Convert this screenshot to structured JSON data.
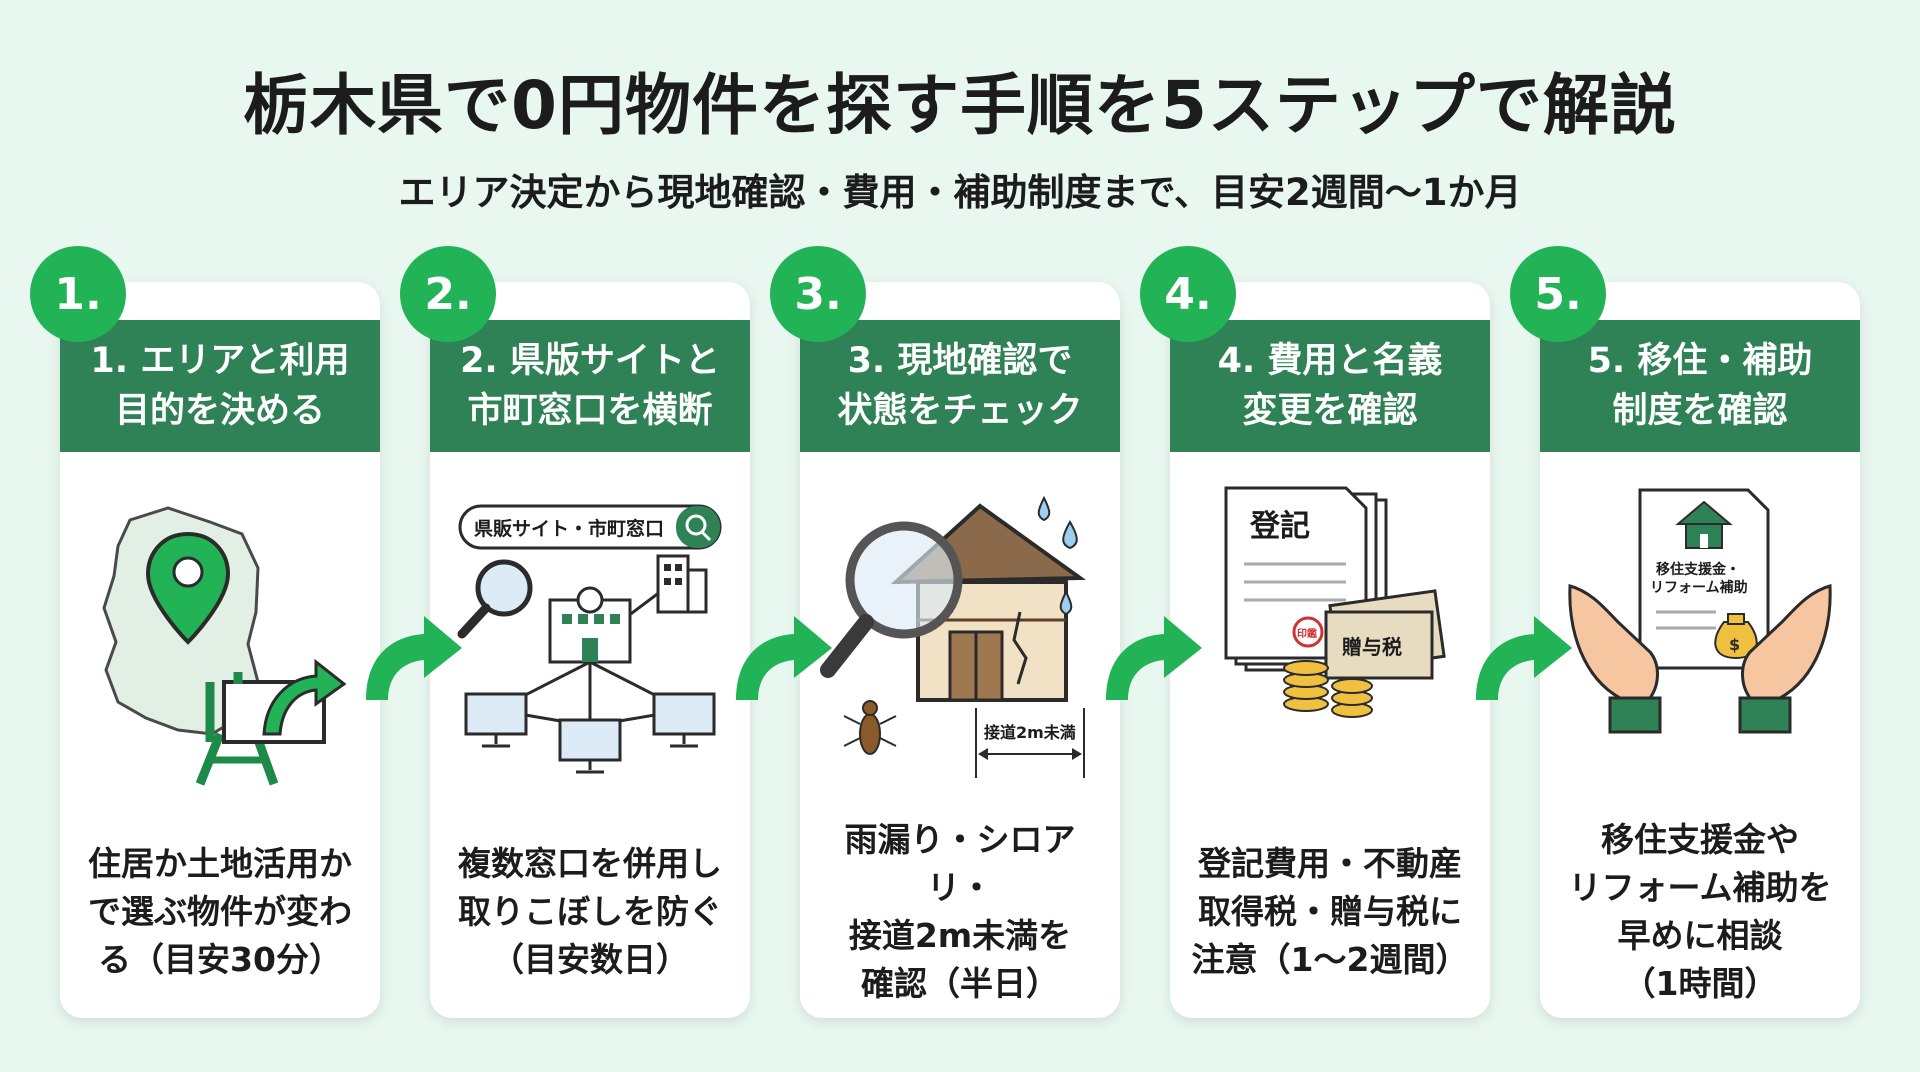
{
  "header": {
    "title": "栃木県で0円物件を探す手順を5ステップで解説",
    "subtitle": "エリア決定から現地確認・費用・補助制度まで、目安2週間〜1か月"
  },
  "colors": {
    "background": "#e8f7ef",
    "header_green": "#2f8255",
    "badge_green": "#22b357",
    "arrow_green": "#22b357"
  },
  "steps": [
    {
      "number": "1.",
      "title": "1. エリアと利用\n目的を決める",
      "description": "住居か土地活用か\nで選ぶ物件が変わ\nる（目安30分）",
      "illustration": "map-pin-signboard"
    },
    {
      "number": "2.",
      "title": "2. 県版サイトと\n市町窓口を横断",
      "description": "複数窓口を併用し\n取りこぼしを防ぐ\n（目安数日）",
      "illustration": "search-network",
      "search_text": "県販サイト・市町窓口"
    },
    {
      "number": "3.",
      "title": "3. 現地確認で\n状態をチェック",
      "description": "雨漏り・シロアリ・\n接道2m未満を\n確認（半日）",
      "illustration": "house-inspection",
      "road_label": "接道2m未満"
    },
    {
      "number": "4.",
      "title": "4. 費用と名義\n変更を確認",
      "description": "登記費用・不動産\n取得税・贈与税に\n注意（1〜2週間）",
      "illustration": "documents-money",
      "doc_label": "登記",
      "stamp_label": "印鑑",
      "money_label": "贈与税"
    },
    {
      "number": "5.",
      "title": "5. 移住・補助\n制度を確認",
      "description": "移住支援金や\nリフォーム補助を\n早めに相談\n（1時間）",
      "illustration": "hands-document",
      "doc_line1": "移住支援金・",
      "doc_line2": "リフォーム補助"
    }
  ]
}
